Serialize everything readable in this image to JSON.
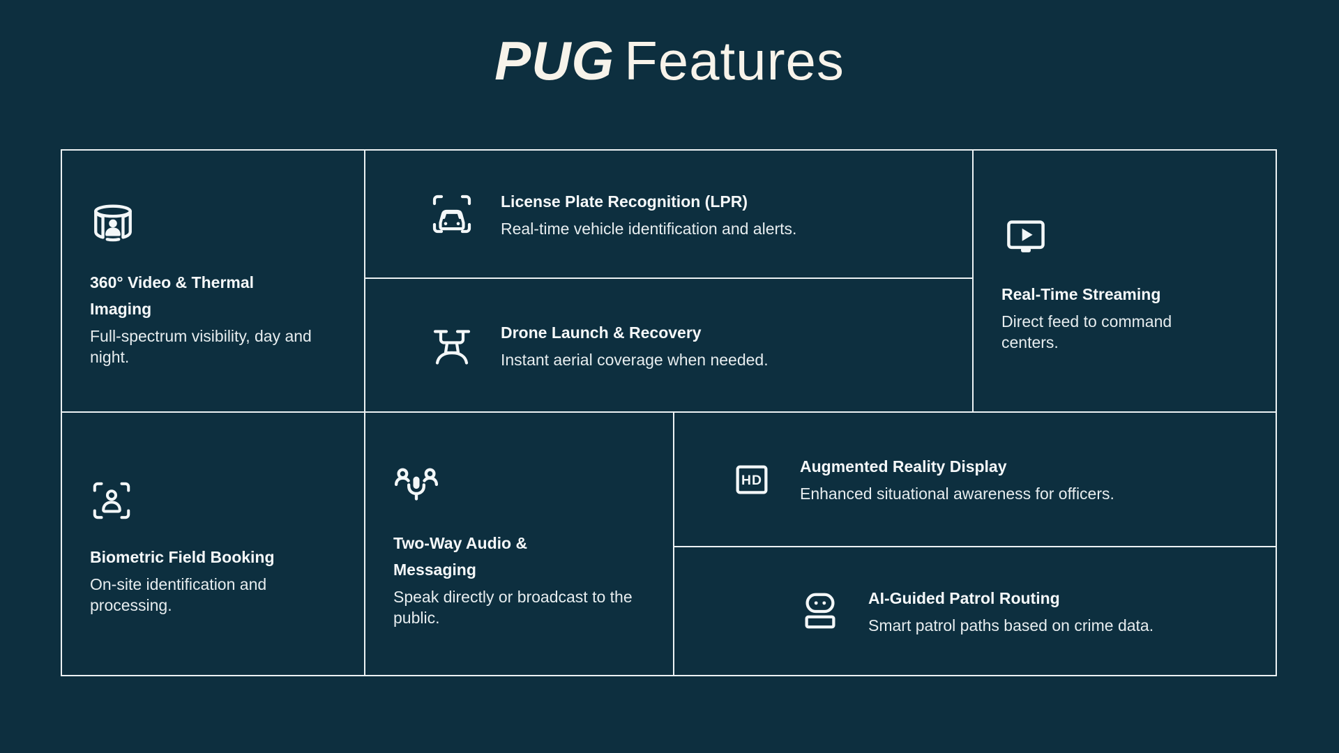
{
  "page": {
    "title_italic": "PUG",
    "title_rest": "Features"
  },
  "colors": {
    "background": "#0d2f3f",
    "border": "#ecf2f4",
    "page_title": "#f7f3ea",
    "heading": "#f5f8f9",
    "body_text": "#e7edef",
    "icon": "#f3f7f8"
  },
  "features": {
    "video": {
      "icon": "panorama-person-icon",
      "title": "360° Video & Thermal Imaging",
      "description": "Full-spectrum visibility, day and night."
    },
    "lpr": {
      "icon": "car-scan-icon",
      "title": "License Plate Recognition (LPR)",
      "description": "Real-time vehicle identification and alerts."
    },
    "drone": {
      "icon": "drone-icon",
      "title": "Drone Launch & Recovery",
      "description": "Instant aerial coverage when needed."
    },
    "streaming": {
      "icon": "monitor-play-icon",
      "title": "Real-Time Streaming",
      "description": "Direct feed to command centers."
    },
    "biometric": {
      "icon": "face-scan-icon",
      "title": "Biometric Field Booking",
      "description": "On-site identification and processing."
    },
    "audio": {
      "icon": "people-microphone-icon",
      "title": "Two-Way Audio & Messaging",
      "description": "Speak directly or broadcast to the public."
    },
    "ar": {
      "icon": "hd-badge-icon",
      "icon_label": "HD",
      "title": "Augmented Reality Display",
      "description": "Enhanced situational awareness for officers."
    },
    "ai": {
      "icon": "robot-icon",
      "title": "AI-Guided Patrol Routing",
      "description": "Smart patrol paths based on crime data."
    }
  }
}
